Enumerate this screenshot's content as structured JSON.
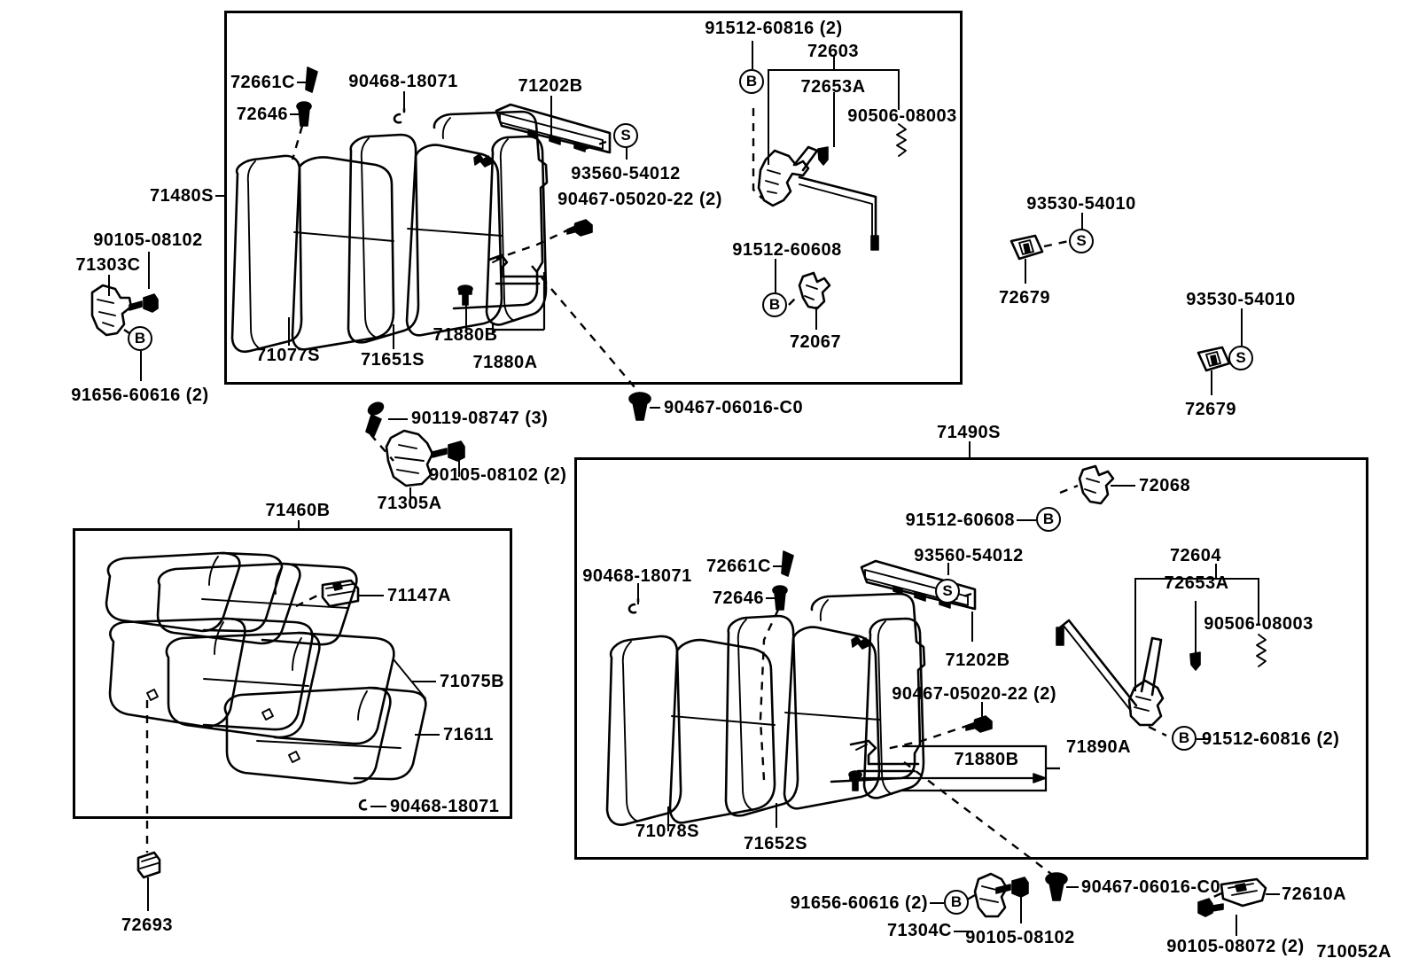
{
  "diagram": {
    "figure_code": "710052A",
    "title_parts": [
      "Rear seat assembly exploded parts diagram"
    ]
  },
  "panels": {
    "top_left": {
      "callout": "71480S"
    },
    "bottom_left": {
      "callout": "71460B"
    },
    "bottom_right": {
      "callout": "71490S"
    }
  },
  "labels": {
    "l01": "72661C",
    "l02": "90468-18071",
    "l03": "71202B",
    "l04": "91512-60816 (2)",
    "l05": "72603",
    "l06": "72653A",
    "l07": "90506-08003",
    "l08": "72646",
    "l09": "93560-54012",
    "l10": "71480S",
    "l11": "90467-05020-22 (2)",
    "l12": "93530-54010",
    "l13": "90105-08102",
    "l14": "71303C",
    "l15": "91512-60608",
    "l16": "72679",
    "l17": "93530-54010",
    "l18": "71077S",
    "l19": "71651S",
    "l20": "71880B",
    "l21": "71880A",
    "l22": "72067",
    "l23": "72679",
    "l24": "91656-60616 (2)",
    "l25": "90119-08747 (3)",
    "l26": "90105-08102 (2)",
    "l27": "71305A",
    "l28": "90467-06016-C0",
    "l29": "71490S",
    "l30": "71460B",
    "l31": "72068",
    "l32": "91512-60608",
    "l33": "72604",
    "l34": "72653A",
    "l35": "90506-08003",
    "l36": "71147A",
    "l37": "72661C",
    "l38": "93560-54012",
    "l39": "90468-18071",
    "l40": "72646",
    "l41": "71202B",
    "l42": "71075B",
    "l43": "90467-05020-22 (2)",
    "l44": "71611",
    "l45": "91512-60816 (2)",
    "l46": "71890A",
    "l47": "71880B",
    "l48": "90468-18071",
    "l49": "71078S",
    "l50": "71652S",
    "l51": "72693",
    "l52": "91656-60616 (2)",
    "l53": "71304C",
    "l54": "90105-08102",
    "l55": "90467-06016-C0",
    "l56": "72610A",
    "l57": "90105-08072 (2)",
    "l58": "710052A"
  },
  "markers": {
    "b1": "B",
    "b2": "B",
    "b3": "B",
    "b4": "B",
    "b5": "B",
    "b6": "B",
    "s1": "S",
    "s2": "S",
    "s3": "S",
    "s4": "S"
  }
}
